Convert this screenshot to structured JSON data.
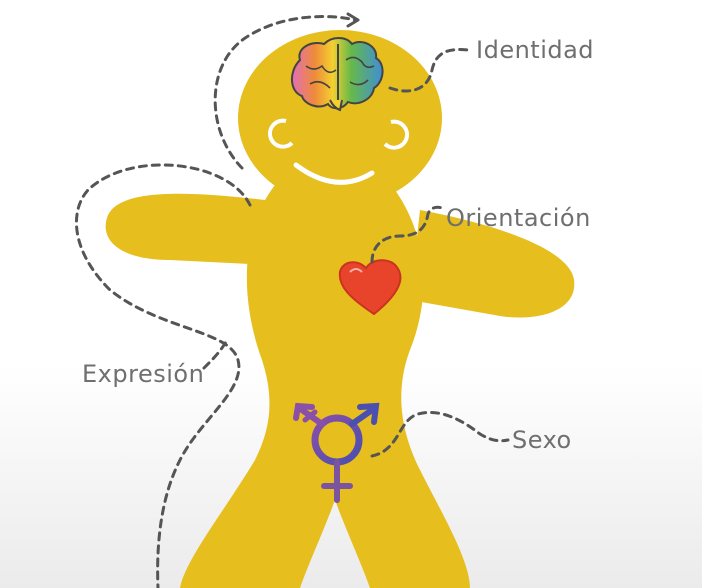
{
  "labels": {
    "identidad": "Identidad",
    "orientacion": "Orientación",
    "expresion": "Expresión",
    "sexo": "Sexo"
  },
  "colors": {
    "body": "#E6BE1E",
    "heart": "#E8442C",
    "symbol": "#7B54A0",
    "dash": "#555555",
    "label": "#6F6F6F"
  },
  "icons": {
    "brain": "rainbow-brain-icon",
    "heart": "heart-icon",
    "symbol": "transgender-symbol-icon"
  }
}
